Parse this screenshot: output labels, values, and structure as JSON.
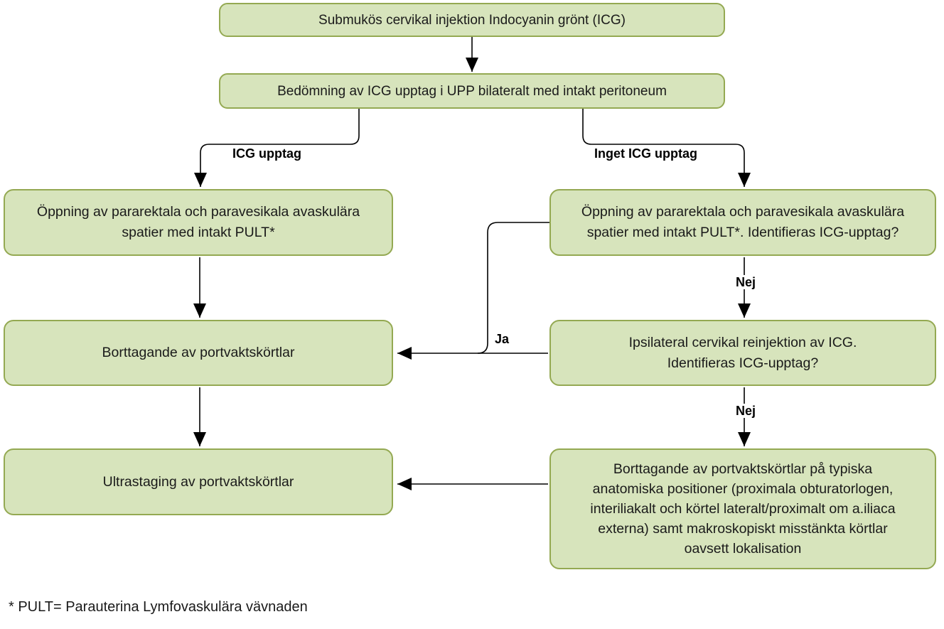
{
  "diagram": {
    "colors": {
      "node_fill": "#d7e4bc",
      "node_border": "#94a952",
      "arrow": "#000000",
      "text": "#1a1a1a"
    },
    "nodes": {
      "injection": {
        "label": "Submukös cervikal injektion Indocyanin grönt (ICG)"
      },
      "assessment": {
        "label": "Bedömning av ICG upptag i UPP bilateralt med intakt peritoneum"
      },
      "open_spaces_left": {
        "lines": [
          "Öppning av pararektala och paravesikala avaskulära",
          "spatier med intakt PULT*"
        ]
      },
      "open_spaces_right": {
        "lines": [
          "Öppning av pararektala och paravesikala avaskulära",
          "spatier med intakt PULT*. Identifieras ICG-upptag?"
        ]
      },
      "remove_sentinel": {
        "label": "Borttagande av portvaktskörtlar"
      },
      "reinjection": {
        "lines": [
          "Ipsilateral cervikal reinjektion av ICG.",
          "Identifieras ICG-upptag?"
        ]
      },
      "ultrastaging": {
        "label": "Ultrastaging  av portvaktskörtlar"
      },
      "remove_typical": {
        "lines": [
          "Borttagande av portvaktskörtlar på typiska",
          "anatomiska positioner (proximala obturatorlogen,",
          "interiliakalt och körtel lateralt/proximalt om a.iliaca",
          "externa) samt makroskopiskt misstänkta körtlar",
          "oavsett lokalisation"
        ]
      }
    },
    "edge_labels": {
      "icg_uptake": "ICG upptag",
      "no_icg_uptake": "Inget ICG upptag",
      "nej_top": "Nej",
      "ja": "Ja",
      "nej_bottom": "Nej"
    },
    "footnote": "* PULT= Parauterina Lymfovaskulära vävnaden"
  }
}
